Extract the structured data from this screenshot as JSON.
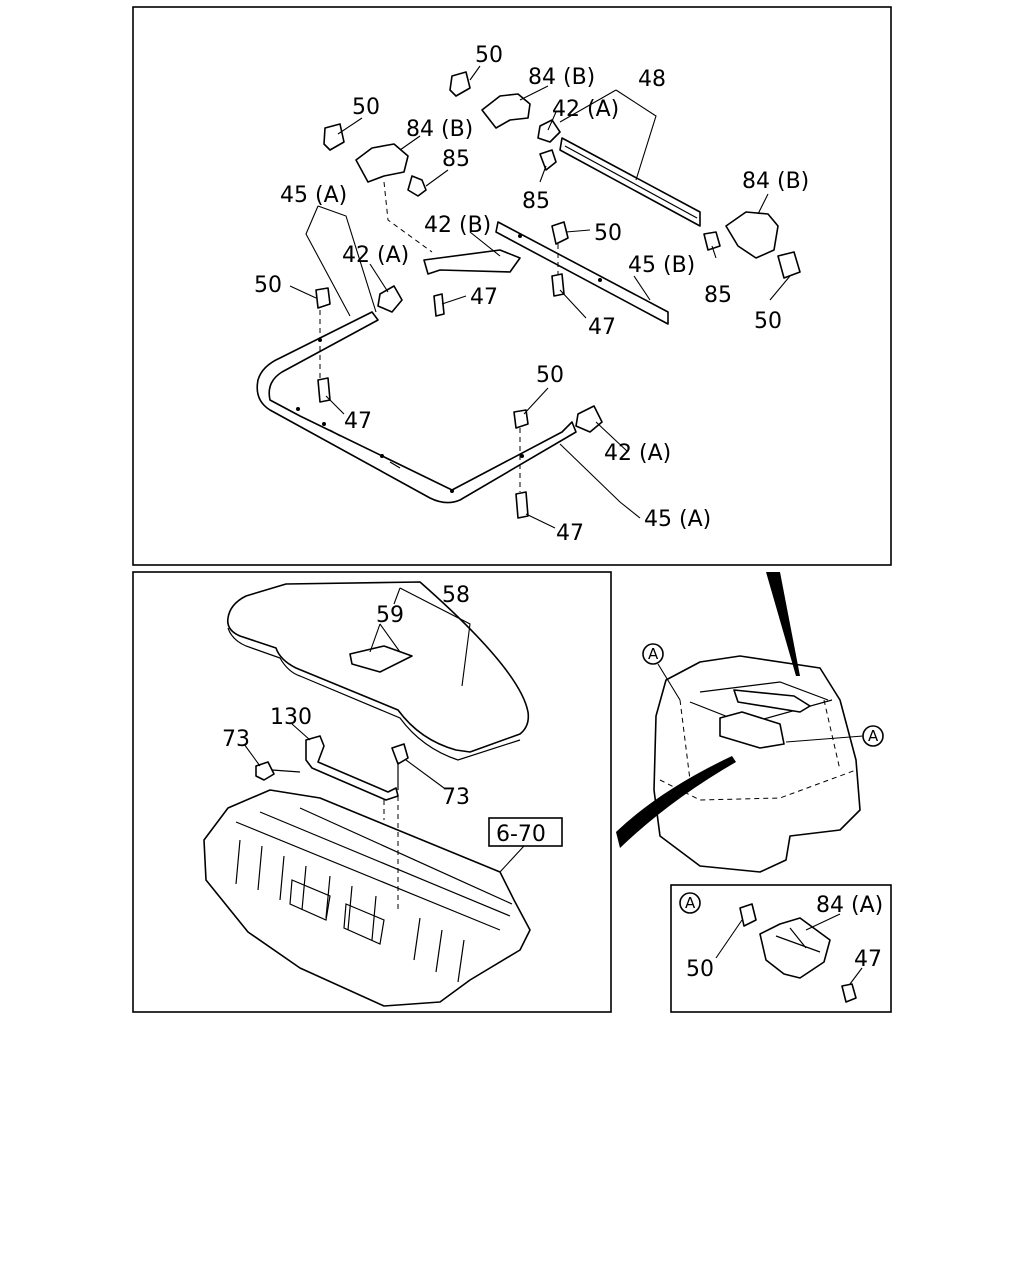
{
  "labels": {
    "p50": "50",
    "p84b": "84 (B)",
    "p48": "48",
    "p42a": "42 (A)",
    "p85": "85",
    "p45a": "45 (A)",
    "p42b": "42 (B)",
    "p45b": "45 (B)",
    "p47": "47",
    "p58": "58",
    "p59": "59",
    "p130": "130",
    "p73": "73",
    "ref": "6-70",
    "callout": "A",
    "p84a": "84 (A)"
  }
}
